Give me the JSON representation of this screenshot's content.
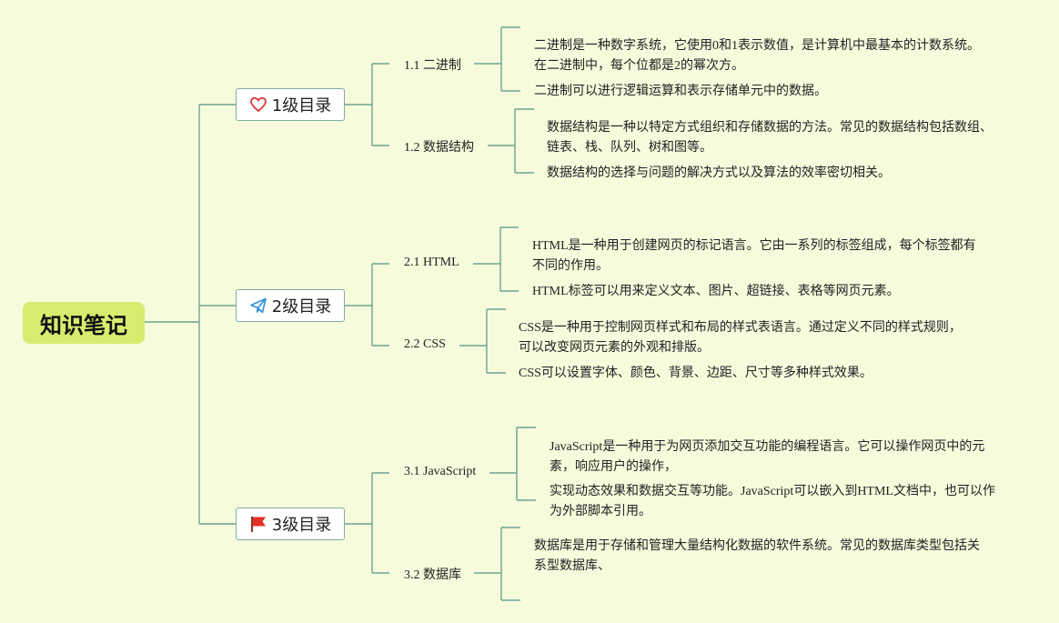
{
  "root": {
    "title": "知识笔记"
  },
  "branches": [
    {
      "title": "1级目录",
      "icon": "heart-icon",
      "icon_color": "#e0373a",
      "children": [
        {
          "title": "1.1 二进制",
          "notes": [
            [
              "二进制是一种数字系统，它使用0和1表示数值，是计算机中最基本的计数系统。",
              "在二进制中，每个位都是2的幂次方。"
            ],
            [
              "二进制可以进行逻辑运算和表示存储单元中的数据。"
            ]
          ]
        },
        {
          "title": "1.2 数据结构",
          "notes": [
            [
              "数据结构是一种以特定方式组织和存储数据的方法。常见的数据结构包括数组、",
              "链表、栈、队列、树和图等。"
            ],
            [
              "数据结构的选择与问题的解决方式以及算法的效率密切相关。"
            ]
          ]
        }
      ]
    },
    {
      "title": "2级目录",
      "icon": "paper-plane-icon",
      "icon_color": "#2f8fd8",
      "children": [
        {
          "title": "2.1 HTML",
          "notes": [
            [
              "HTML是一种用于创建网页的标记语言。它由一系列的标签组成，每个标签都有",
              "不同的作用。"
            ],
            [
              "HTML标签可以用来定义文本、图片、超链接、表格等网页元素。"
            ]
          ]
        },
        {
          "title": "2.2 CSS",
          "notes": [
            [
              "CSS是一种用于控制网页样式和布局的样式表语言。通过定义不同的样式规则，",
              "可以改变网页元素的外观和排版。"
            ],
            [
              "CSS可以设置字体、颜色、背景、边距、尺寸等多种样式效果。"
            ]
          ]
        }
      ]
    },
    {
      "title": "3级目录",
      "icon": "red-flag-icon",
      "icon_color": "#e23224",
      "children": [
        {
          "title": "3.1 JavaScript",
          "notes": [
            [
              "JavaScript是一种用于为网页添加交互功能的编程语言。它可以操作网页中的元",
              "素，响应用户的操作，"
            ],
            [
              "实现动态效果和数据交互等功能。JavaScript可以嵌入到HTML文档中，也可以作",
              "为外部脚本引用。"
            ]
          ]
        },
        {
          "title": "3.2 数据库",
          "notes": [
            [
              "数据库是用于存储和管理大量结构化数据的软件系统。常见的数据库类型包括关",
              "系型数据库、"
            ],
            []
          ]
        }
      ]
    }
  ]
}
